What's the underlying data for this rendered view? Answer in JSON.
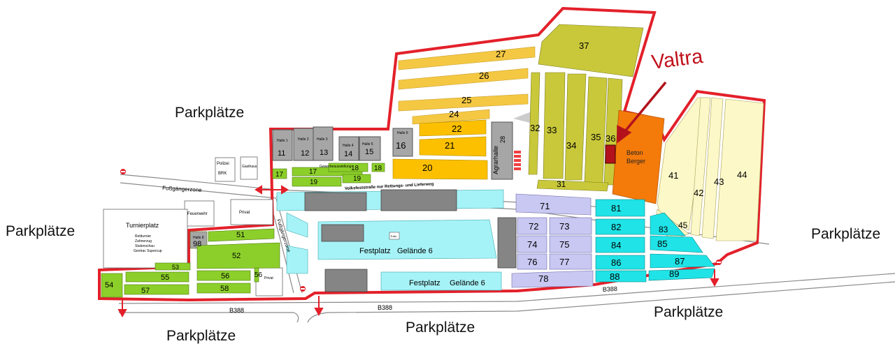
{
  "labels": {
    "parking": "Parkplätze",
    "valtra": "Valtra",
    "pedestrian_zone": "Fußgängerzone",
    "pedestrian_zone_vertical": "Fußgängerzone",
    "fair_street": "Volksfeststraße nur Rettungs- und Lieferweg",
    "road": "B388",
    "festplatz": "Festplatz",
    "gelaende": "Gelände 6",
    "beton": "Beton",
    "berger": "Berger",
    "agrarhalle": "Agrarhalle",
    "hall_28": "28",
    "polizei": "Polizei",
    "brk": "BRK",
    "gasthaus": "Gasthaus",
    "feuerwehr": "Feuerwehr",
    "privat": "Privat",
    "turnierplatz": "Turnierplatz",
    "turnier_line1": "Reitturnier",
    "turnier_line2": "Zahnerzug",
    "turnier_line3": "Stutenschau",
    "turnier_line4": "Geotrac Supercup",
    "gewerbe": "Gewerbeausstellung",
    "trafo": "Trafo",
    "halle_11": "Halle 1",
    "halle_12": "Halle 2",
    "halle_13": "Halle 3",
    "halle_14": "Halle 4",
    "halle_15": "Halle 5",
    "halle_16": "Halle 6",
    "halle_98": "Halle 8"
  },
  "areas": {
    "n11": "11",
    "n12": "12",
    "n13": "13",
    "n14": "14",
    "n15": "15",
    "n16": "16",
    "n17": "17",
    "n17b": "17",
    "n18": "18",
    "n18b": "18",
    "n19": "19",
    "n19b": "19",
    "n20": "20",
    "n21": "21",
    "n22": "22",
    "n24": "24",
    "n25": "25",
    "n26": "26",
    "n27": "27",
    "n31": "31",
    "n32": "32",
    "n33": "33",
    "n34": "34",
    "n35": "35",
    "n36": "36",
    "n37": "37",
    "n41": "41",
    "n42": "42",
    "n43": "43",
    "n44": "44",
    "n45": "45",
    "n51": "51",
    "n52": "52",
    "n53": "53",
    "n54": "54",
    "n55": "55",
    "n56": "56",
    "n56b": "56",
    "n57": "57",
    "n58": "58",
    "n71": "71",
    "n72": "72",
    "n73": "73",
    "n74": "74",
    "n75": "75",
    "n76": "76",
    "n77": "77",
    "n78": "78",
    "n81": "81",
    "n82": "82",
    "n83": "83",
    "n84": "84",
    "n85": "85",
    "n86": "86",
    "n87": "87",
    "n88": "88",
    "n89": "89",
    "n98": "98"
  },
  "colors": {
    "boundary": "#e3202a",
    "olive": "#c9c83a",
    "lime": "#8ccf2a",
    "light_orange": "#f5c843",
    "gold": "#fcc000",
    "orange": "#f47a0a",
    "cyan": "#a6f3f7",
    "bright_cyan": "#1fe3e6",
    "lavender": "#c9c8f2",
    "cream": "#fdf8c8",
    "gray": "#a6a6a6",
    "dark_gray": "#858585",
    "marker": "#b3121c"
  }
}
